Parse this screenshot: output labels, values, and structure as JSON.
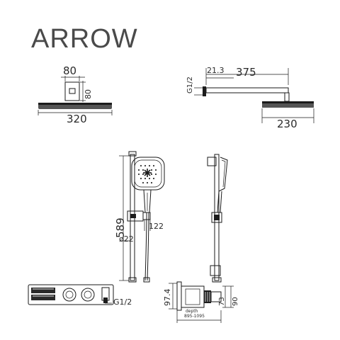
{
  "brand": "ARROW",
  "dimensions": {
    "head_width_top": "80",
    "head_depth_side": "80",
    "head_plate_width": "320",
    "pipe_thread": "G1/2",
    "pipe_offset": "21.3",
    "arm_length": "375",
    "head_diameter": "230",
    "rail_height": "589",
    "rail_bracket_height": "122",
    "rail_diameter": "ø22",
    "valve_thread": "G1/2",
    "valve_height": "97.4",
    "valve_box_height": "90",
    "valve_offset": "73",
    "depth_label": "depth",
    "depth_range": "895-1095"
  }
}
